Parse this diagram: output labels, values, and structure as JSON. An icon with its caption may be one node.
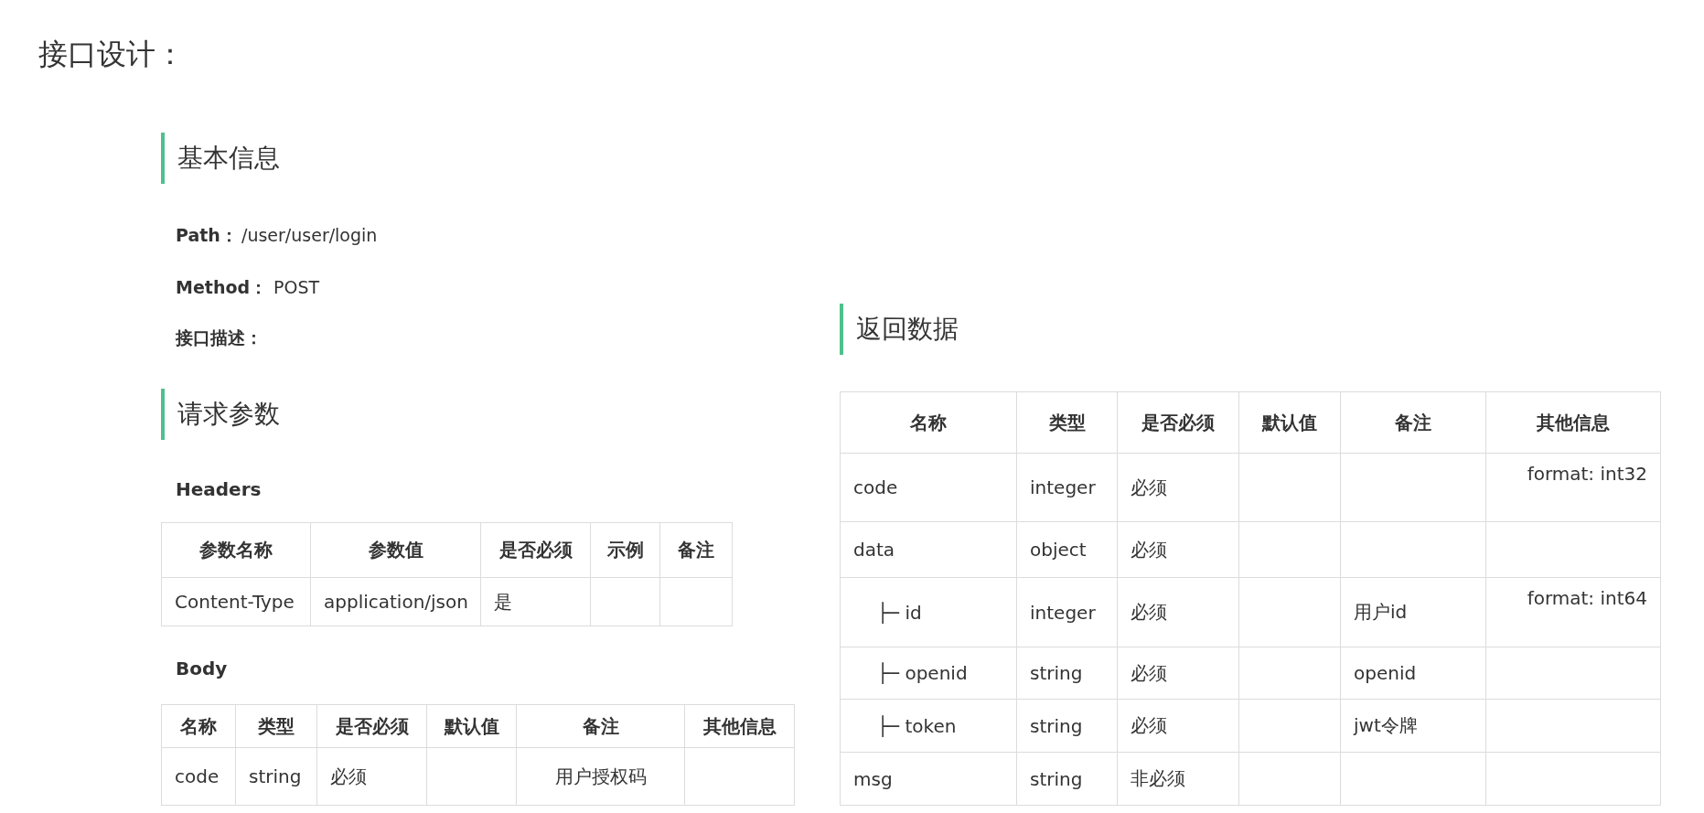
{
  "diagram": {
    "title": "接口设计：",
    "labels": [
      "基本信息",
      "Path：",
      "/user/user/login",
      "Method：",
      "POST",
      "接口描述：",
      "请求参数",
      "Headers",
      "参数名称",
      "参数值",
      "是否必须",
      "示例",
      "备注",
      "Content-Type",
      "application/json",
      "是",
      "Body",
      "名称",
      "类型",
      "是否必须",
      "默认值",
      "备注",
      "其他信息",
      "code",
      "string",
      "必须",
      "用户授权码",
      "返回数据",
      "名称",
      "类型",
      "是否必须",
      "默认值",
      "备注",
      "其他信息",
      "code",
      "integer",
      "必须",
      "format: int32",
      "data",
      "object",
      "必须",
      "├─ id",
      "integer",
      "必须",
      "用户id",
      "format: int64",
      "├─ openid",
      "string",
      "必须",
      "openid",
      "├─ token",
      "string",
      "必须",
      "jwt令牌",
      "msg",
      "string",
      "非必须"
    ]
  }
}
